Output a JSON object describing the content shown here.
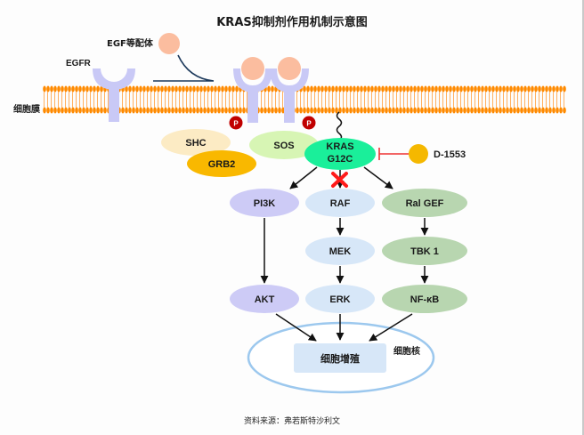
{
  "title": "KRAS抑制剂作用机制示意图",
  "labels": {
    "ligand": "EGF等配体",
    "receptor": "EGFR",
    "membrane": "细胞膜",
    "nucleus": "细胞核",
    "phospho": "P",
    "inhibitor": "D-1553",
    "outcome": "细胞增殖"
  },
  "nodes": {
    "shc": {
      "label": "SHC",
      "color": "#fcebc4"
    },
    "grb2": {
      "label": "GRB2",
      "color": "#f9b800"
    },
    "sos": {
      "label": "SOS",
      "color": "#d7f5b4"
    },
    "kras_line1": "KRAS",
    "kras_line2": "G12C",
    "kras_color": "#1aef9a",
    "pi3k": {
      "label": "PI3K",
      "color": "#cdcbf6"
    },
    "raf": {
      "label": "RAF",
      "color": "#d7e7f8"
    },
    "ralgef": {
      "label": "Ral GEF",
      "color": "#b8d6b0"
    },
    "mek": {
      "label": "MEK",
      "color": "#d7e7f8"
    },
    "tbk1": {
      "label": "TBK 1",
      "color": "#b8d6b0"
    },
    "akt": {
      "label": "AKT",
      "color": "#cdcbf6"
    },
    "erk": {
      "label": "ERK",
      "color": "#d7e7f8"
    },
    "nfkb": {
      "label": "NF-κB",
      "color": "#b8d6b0"
    }
  },
  "colors": {
    "membrane": "#ff8a00",
    "receptor": "#c9c9f6",
    "ligand": "#fbbd9f",
    "phospho": "#c00000",
    "inhibitor": "#f5b800",
    "inhibit_line": "#ee3333",
    "block_mark": "#ff1a1a",
    "nucleus_border": "#9cc8ee",
    "outcome_box": "#d7e7f8"
  },
  "source": "资料来源：弗若斯特沙利文"
}
